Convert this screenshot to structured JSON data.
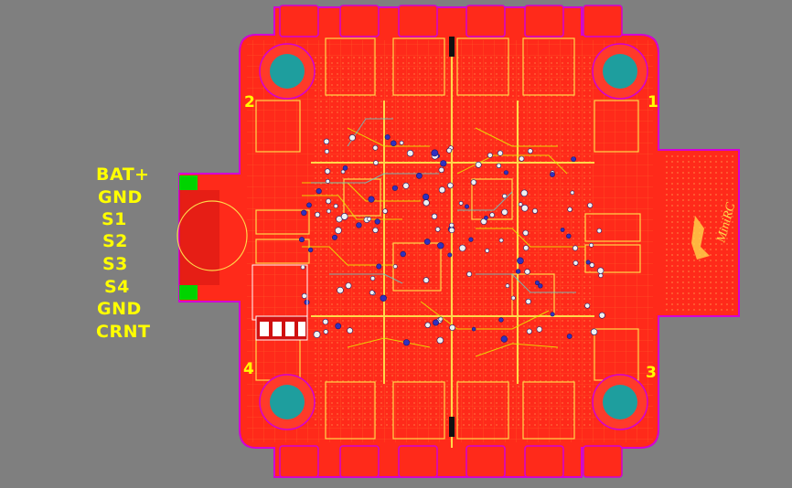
{
  "labels": {
    "bat_plus": "BAT+",
    "gnd_top": "GND",
    "s1": "S1",
    "s2": "S2",
    "s3": "S3",
    "s4": "S4",
    "gnd_bottom": "GND",
    "crnt": "CRNT"
  },
  "corners": {
    "c1": "1",
    "c2": "2",
    "c3": "3",
    "c4": "4"
  },
  "silkscreen_logo": "MiniRC",
  "colors": {
    "background": "#7f7f7f",
    "copper": "#ff2a1a",
    "board_edge": "#d400d4",
    "silkscreen": "#ffff00",
    "mounting_hole": "#1e9e9e",
    "via": "#3030c0",
    "pad_green": "#00d400",
    "dark_copper": "#c81010"
  }
}
